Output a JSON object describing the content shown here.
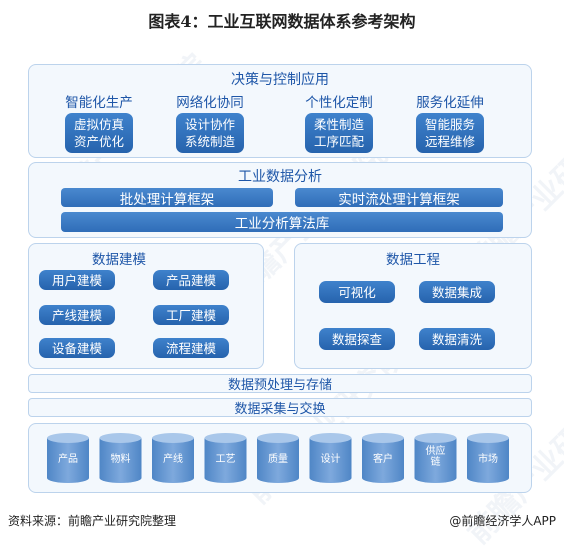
{
  "title": "图表4：工业互联网数据体系参考架构",
  "decision": {
    "title": "决策与控制应用",
    "groups": [
      {
        "name": "智能化生产",
        "items": [
          "虚拟仿真",
          "资产优化"
        ]
      },
      {
        "name": "网络化协同",
        "items": [
          "设计协作",
          "系统制造"
        ]
      },
      {
        "name": "个性化定制",
        "items": [
          "柔性制造",
          "工序匹配"
        ]
      },
      {
        "name": "服务化延伸",
        "items": [
          "智能服务",
          "远程维修"
        ]
      }
    ]
  },
  "analysis": {
    "title": "工业数据分析",
    "batch": "批处理计算框架",
    "stream": "实时流处理计算框架",
    "algo": "工业分析算法库"
  },
  "modeling": {
    "title": "数据建模",
    "items": [
      "用户建模",
      "产品建模",
      "产线建模",
      "工厂建模",
      "设备建模",
      "流程建模"
    ]
  },
  "engineering": {
    "title": "数据工程",
    "items": [
      "可视化",
      "数据集成",
      "数据探查",
      "数据清洗"
    ]
  },
  "preprocess": "数据预处理与存储",
  "collect": "数据采集与交换",
  "sources": [
    "产品",
    "物料",
    "产线",
    "工艺",
    "质量",
    "设计",
    "客户",
    "供应链",
    "市场"
  ],
  "footer": {
    "source": "资料来源：前瞻产业研究院整理",
    "brand": "@前瞻经济学人APP"
  },
  "watermark": "前瞻产业研究院"
}
